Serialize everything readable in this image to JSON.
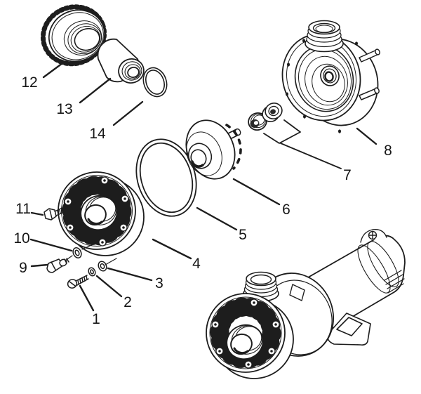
{
  "diagram": {
    "figure_type": "exploded-parts-diagram",
    "background": "#ffffff",
    "line_color": "#1d1d1d",
    "callouts": [
      {
        "label": "1"
      },
      {
        "label": "2"
      },
      {
        "label": "3"
      },
      {
        "label": "4"
      },
      {
        "label": "5"
      },
      {
        "label": "6"
      },
      {
        "label": "7"
      },
      {
        "label": "8"
      },
      {
        "label": "9"
      },
      {
        "label": "10"
      },
      {
        "label": "11"
      },
      {
        "label": "12"
      },
      {
        "label": "13"
      },
      {
        "label": "14"
      }
    ]
  }
}
